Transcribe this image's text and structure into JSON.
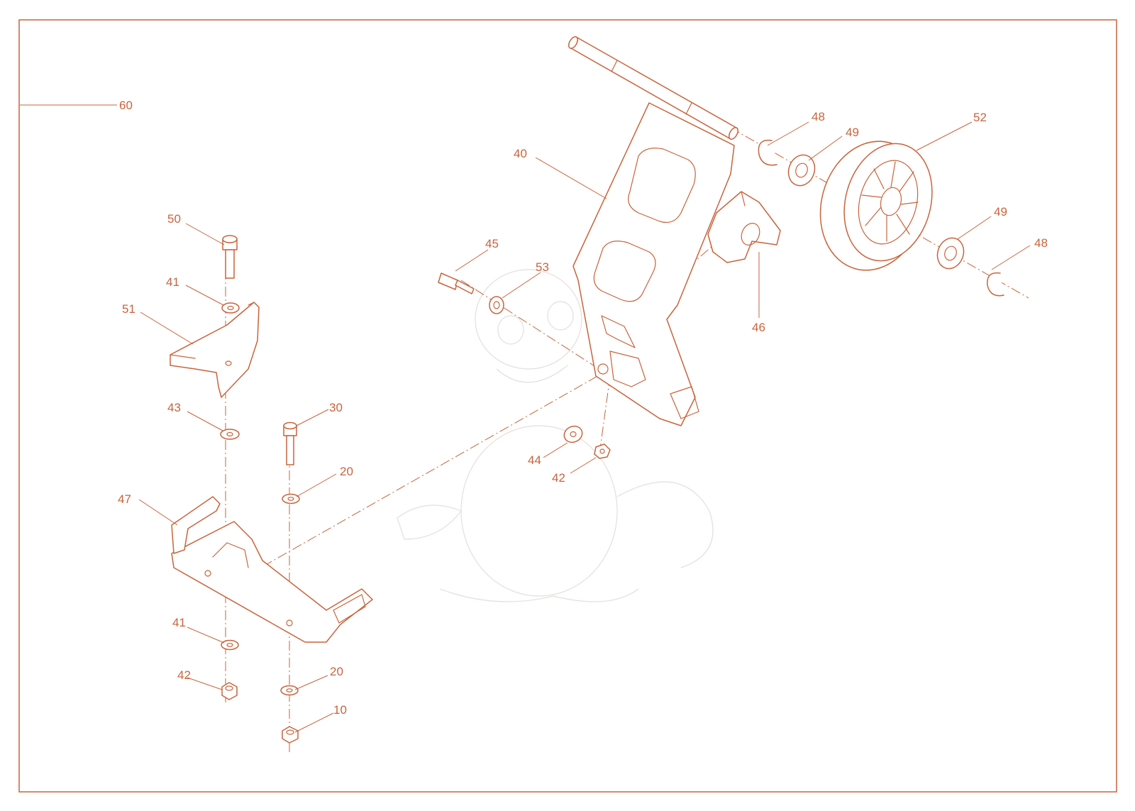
{
  "accent_color": "#c8643c",
  "callouts": {
    "c60": "60",
    "c40": "40",
    "c48a": "48",
    "c49a": "49",
    "c52": "52",
    "c49b": "49",
    "c48b": "48",
    "c45": "45",
    "c53": "53",
    "c46": "46",
    "c50": "50",
    "c41a": "41",
    "c51": "51",
    "c43": "43",
    "c30": "30",
    "c20a": "20",
    "c47": "47",
    "c44": "44",
    "c42a": "42",
    "c41b": "41",
    "c42b": "42",
    "c20b": "20",
    "c10": "10"
  }
}
